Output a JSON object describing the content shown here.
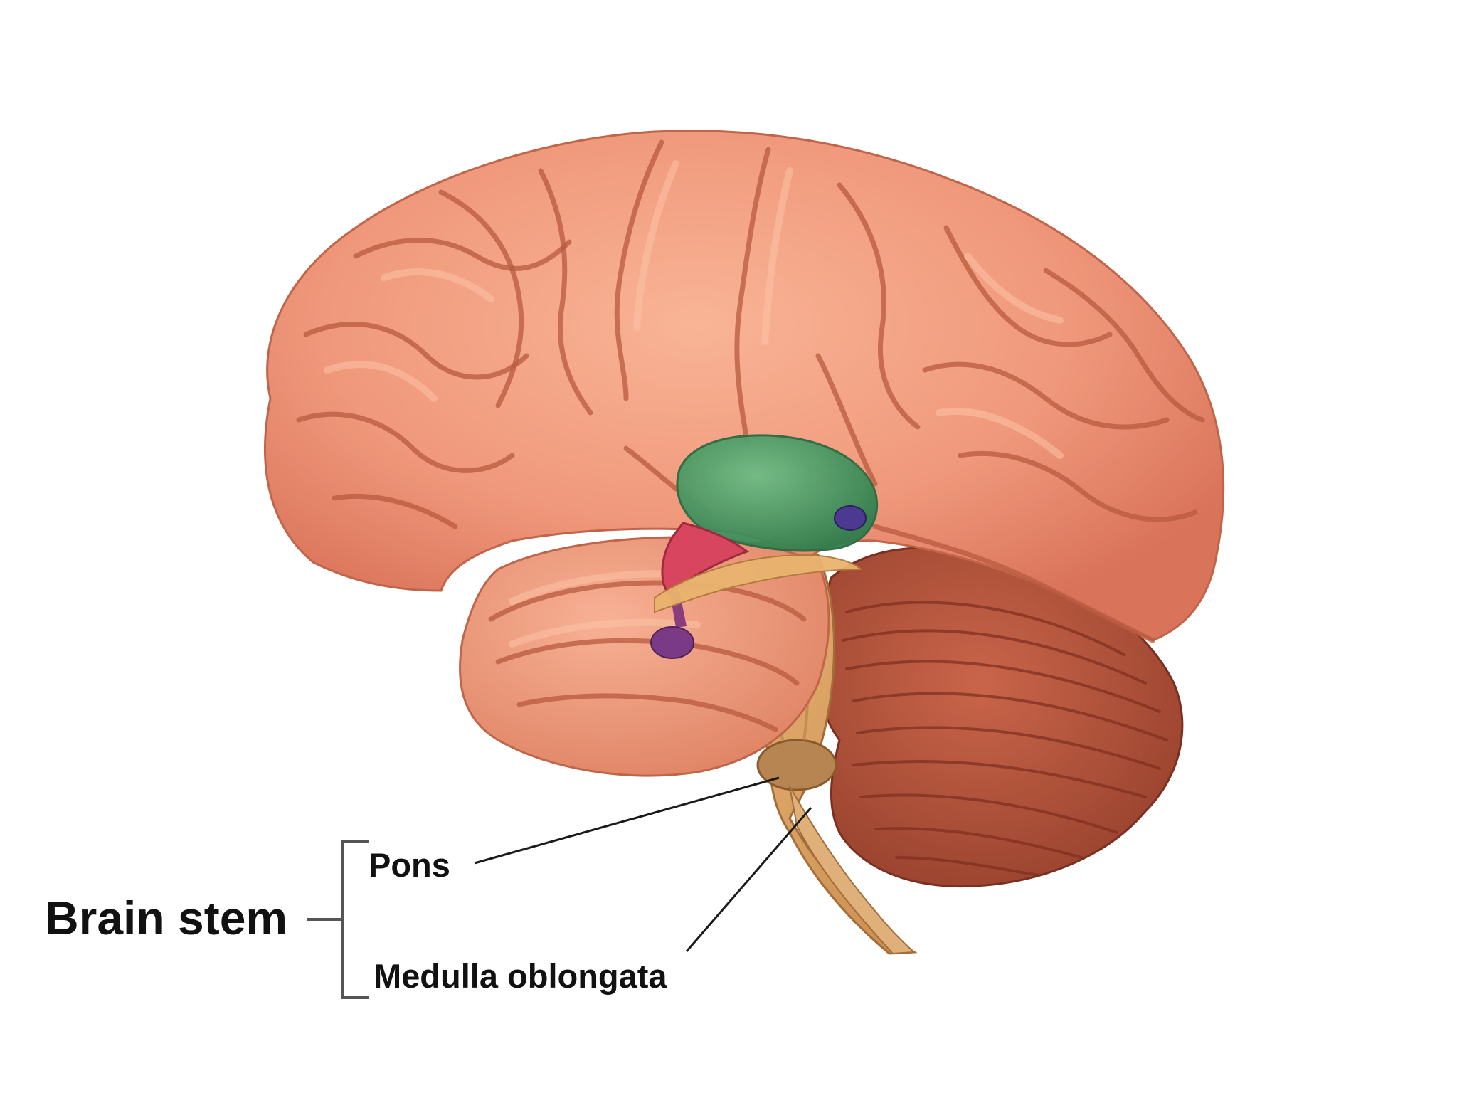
{
  "labels": {
    "group": "Brain stem",
    "pons": "Pons",
    "medulla": "Medulla oblongata"
  },
  "colors": {
    "cortex": "#f0987b",
    "cortex_shadow": "#d9735a",
    "cerebellum": "#b8553d",
    "brainstem": "#d9a163",
    "thalamus": "#4f9d6a",
    "hypothalamus": "#d8455f",
    "pituitary": "#7a3a86",
    "pineal": "#4b3a90"
  }
}
